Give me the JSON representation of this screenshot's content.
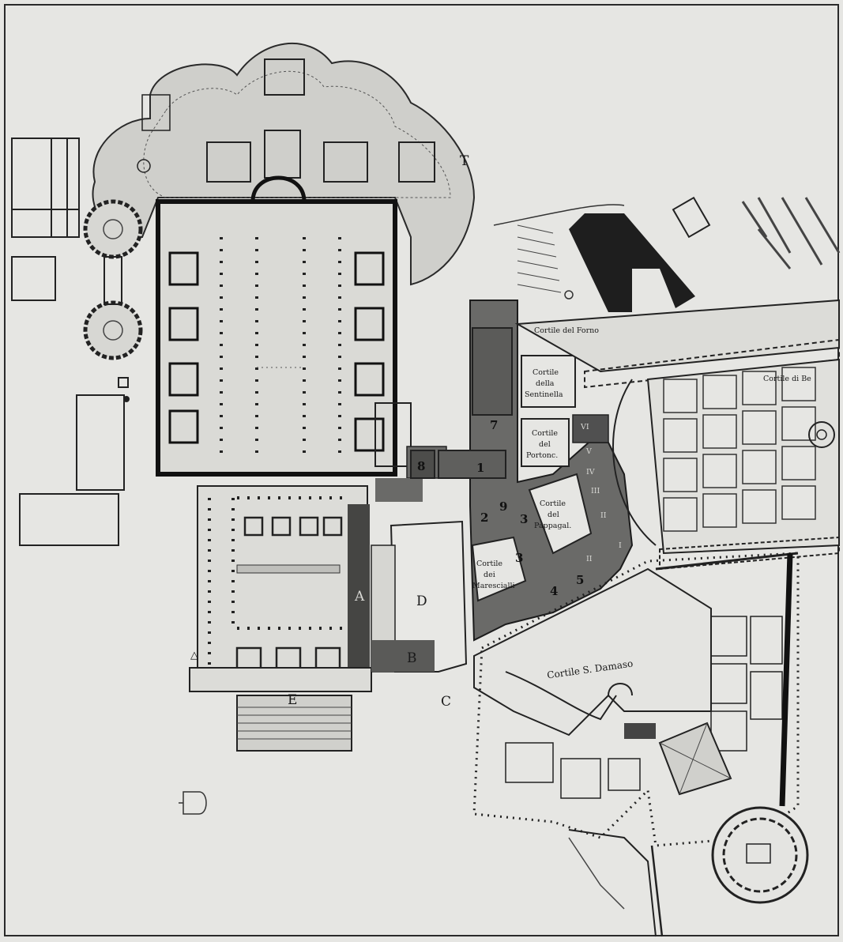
{
  "map": {
    "courtyards": {
      "forno": "Cortile del Forno",
      "belvedere": "Cortile di Be",
      "sentinella_1": "Cortile",
      "sentinella_2": "della",
      "sentinella_3": "Sentinella",
      "portoncino_1": "Cortile",
      "portoncino_2": "del",
      "portoncino_3": "Portonc.",
      "pappagalli_1": "Cortile",
      "pappagalli_2": "del",
      "pappagalli_3": "Pappagal.",
      "marescialli_1": "Cortile",
      "marescialli_2": "dei",
      "marescialli_3": "Marescialli",
      "damaso": "Cortile S. Damaso"
    },
    "letters": {
      "a": "A",
      "b": "B",
      "c": "C",
      "d": "D",
      "e": "E",
      "t": "T"
    },
    "numbers": {
      "n1": "1",
      "n2": "2",
      "n3a": "3",
      "n3b": "3",
      "n4": "4",
      "n5": "5",
      "n7": "7",
      "n8": "8",
      "n9": "9",
      "nII": "II",
      "nIIb": "II",
      "nI": "I",
      "nVI": "VI",
      "nV": "V",
      "nIV": "IV",
      "nIII": "III"
    }
  },
  "colors": {
    "paper": "#e6e6e3",
    "ink": "#1c1c1c",
    "shade": "#6a6a68",
    "dark_shade": "#454543",
    "garden": "#c9c9c5"
  }
}
